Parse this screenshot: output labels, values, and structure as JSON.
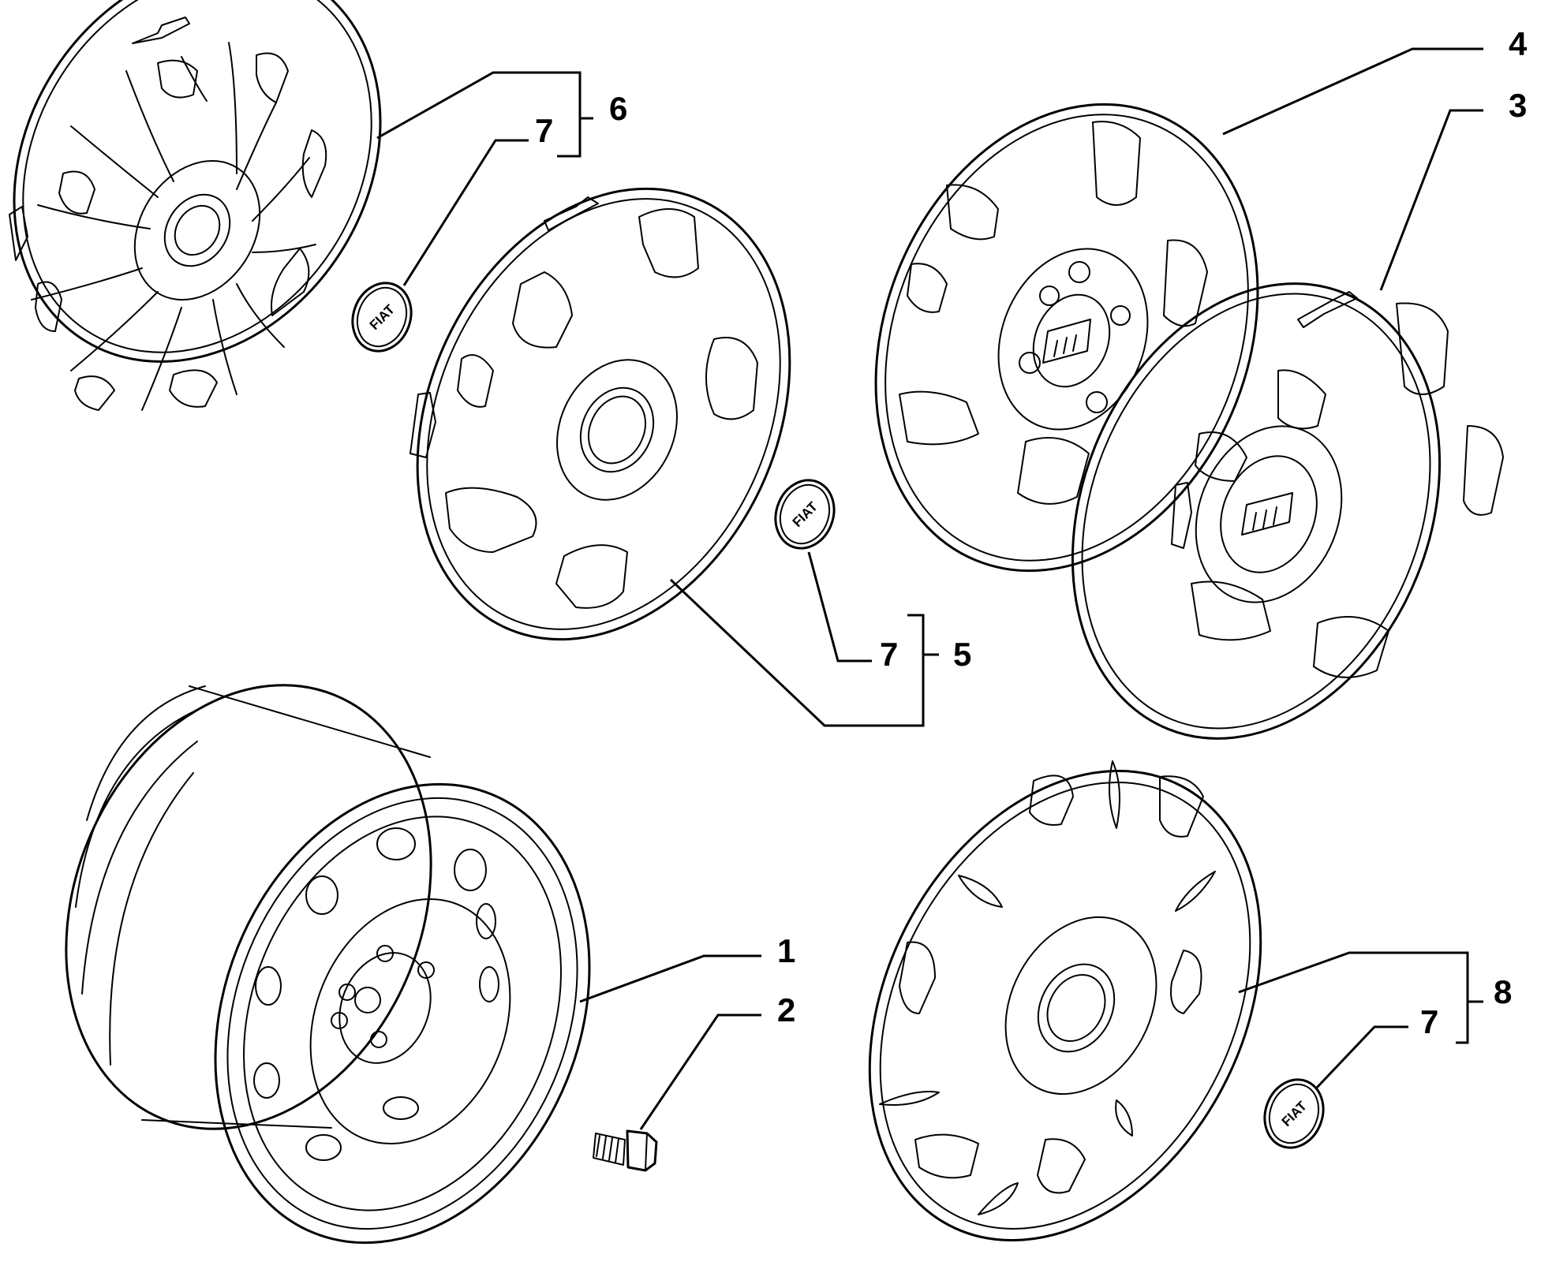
{
  "callouts": {
    "c1": "1",
    "c2": "2",
    "c3": "3",
    "c4": "4",
    "c5": "5",
    "c6": "6",
    "c7a": "7",
    "c7b": "7",
    "c7c": "7",
    "c8": "8"
  },
  "badges": {
    "b1": "FIAT",
    "b2": "FIAT",
    "b3": "FIAT"
  }
}
